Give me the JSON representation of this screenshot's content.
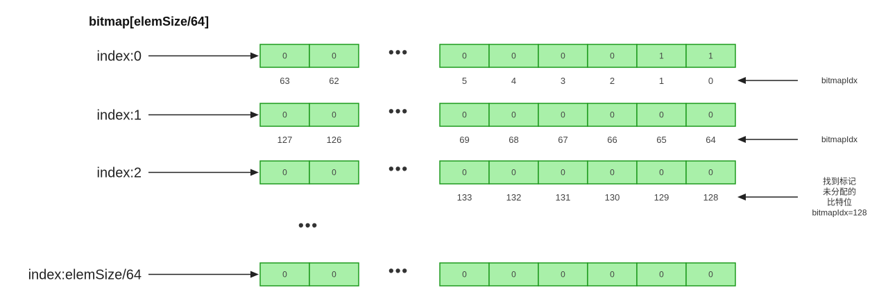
{
  "title": "bitmap[elemSize/64]",
  "ellipsis": "•••",
  "rows": [
    {
      "label": "index:0",
      "left_cells": [
        "0",
        "0"
      ],
      "right_cells": [
        "0",
        "0",
        "0",
        "0",
        "1",
        "1"
      ],
      "left_indices": [
        "63",
        "62"
      ],
      "right_indices": [
        "5",
        "4",
        "3",
        "2",
        "1",
        "0"
      ],
      "side_label": [
        "bitmapIdx"
      ]
    },
    {
      "label": "index:1",
      "left_cells": [
        "0",
        "0"
      ],
      "right_cells": [
        "0",
        "0",
        "0",
        "0",
        "0",
        "0"
      ],
      "left_indices": [
        "127",
        "126"
      ],
      "right_indices": [
        "69",
        "68",
        "67",
        "66",
        "65",
        "64"
      ],
      "side_label": [
        "bitmapIdx"
      ]
    },
    {
      "label": "index:2",
      "left_cells": [
        "0",
        "0"
      ],
      "right_cells": [
        "0",
        "0",
        "0",
        "0",
        "0",
        "0"
      ],
      "left_indices": [],
      "right_indices": [
        "133",
        "132",
        "131",
        "130",
        "129",
        "128"
      ],
      "side_label": [
        "找到标记",
        "未分配的",
        "比特位",
        "bitmapIdx=128"
      ]
    },
    {
      "label": "index:elemSize/64",
      "left_cells": [
        "0",
        "0"
      ],
      "right_cells": [
        "0",
        "0",
        "0",
        "0",
        "0",
        "0"
      ],
      "left_indices": [],
      "right_indices": [],
      "side_label": []
    }
  ],
  "colors": {
    "cell_fill": "#a9f0a9",
    "cell_stroke": "#1e9a1e",
    "arrow": "#222222"
  }
}
